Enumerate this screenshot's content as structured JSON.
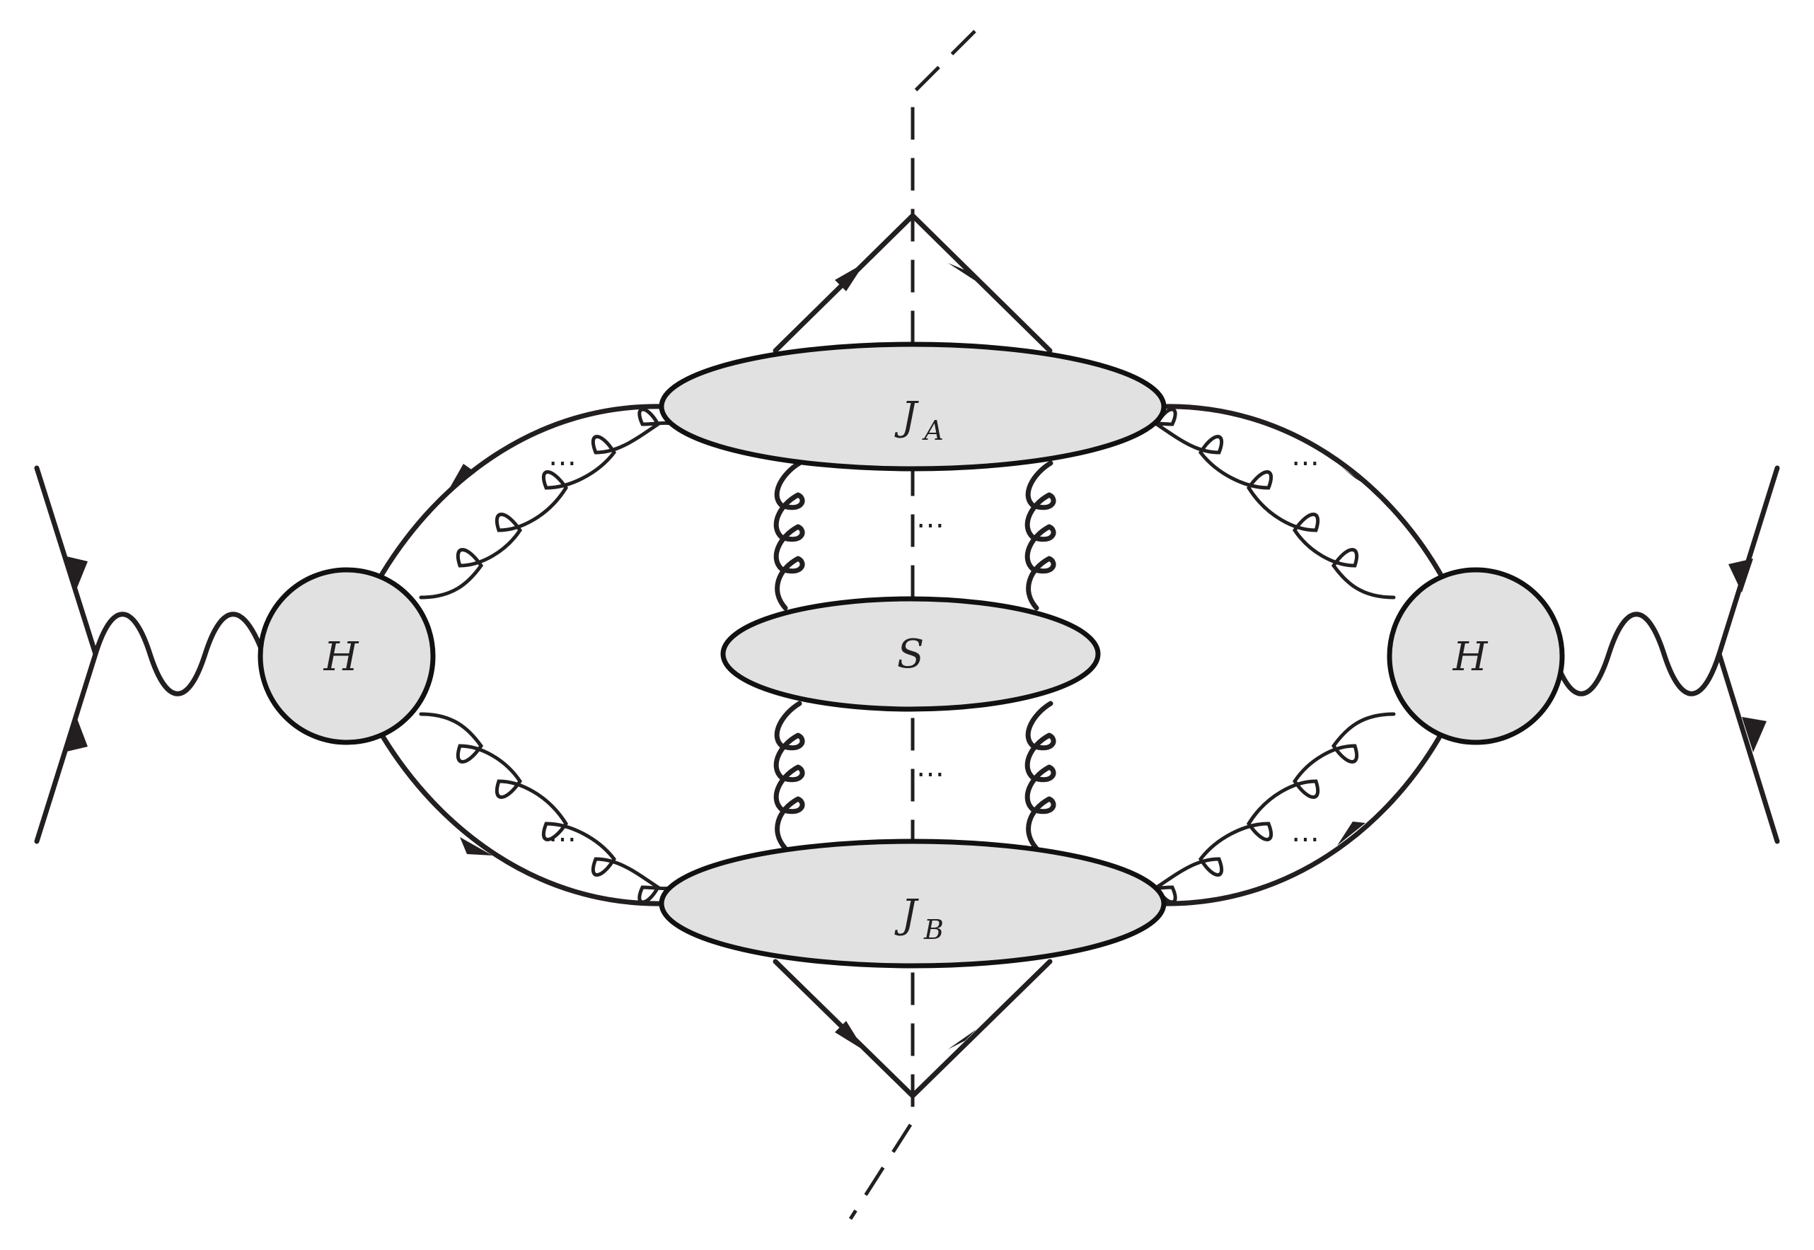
{
  "labels": {
    "hard_left": "H",
    "hard_right": "H",
    "soft": "S",
    "jet_a_main": "J",
    "jet_a_sub": "A",
    "jet_b_main": "J",
    "jet_b_sub": "B"
  },
  "ellipsis": "⋯",
  "colors": {
    "stroke": "#231f20",
    "blob_fill": "#e1e1e1"
  }
}
